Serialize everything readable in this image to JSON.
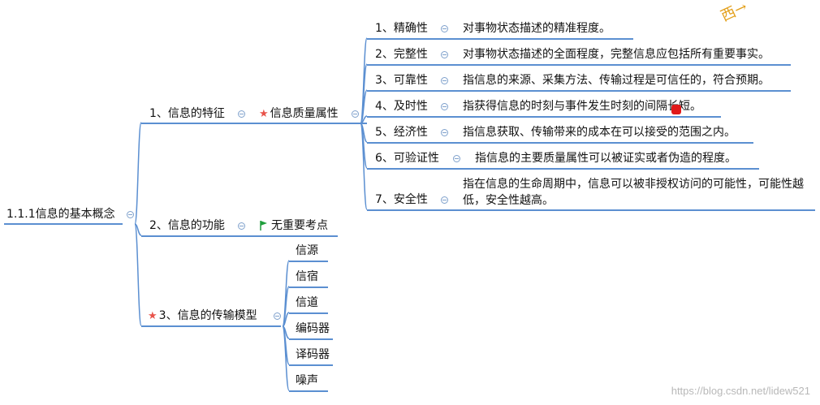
{
  "root": {
    "label": "1.1.1信息的基本概念"
  },
  "branches": {
    "features": {
      "label": "1、信息的特征",
      "quality": {
        "label": "信息质量属性",
        "items": [
          {
            "label": "1、精确性",
            "desc": "对事物状态描述的精准程度。"
          },
          {
            "label": "2、完整性",
            "desc": "对事物状态描述的全面程度，完整信息应包括所有重要事实。"
          },
          {
            "label": "3、可靠性",
            "desc": "指信息的来源、采集方法、传输过程是可信任的，符合预期。"
          },
          {
            "label": "4、及时性",
            "desc": "指获得信息的时刻与事件发生时刻的间隔长短。"
          },
          {
            "label": "5、经济性",
            "desc": "指信息获取、传输带来的成本在可以接受的范围之内。"
          },
          {
            "label": "6、可验证性",
            "desc": "指信息的主要质量属性可以被证实或者伪造的程度。"
          },
          {
            "label": "7、安全性",
            "desc": "指在信息的生命周期中，信息可以被非授权访问的可能性，可能性越低，安全性越高。"
          }
        ]
      }
    },
    "functions": {
      "label": "2、信息的功能",
      "note": "无重要考点"
    },
    "transmission": {
      "label": "3、信息的传输模型",
      "items": [
        "信源",
        "信宿",
        "信道",
        "编码器",
        "译码器",
        "噪声"
      ]
    }
  },
  "watermark": "https://blog.csdn.net/lidew521",
  "corner_scribble": "西→",
  "colors": {
    "line": "#5b8fd1",
    "star": "#e8534a",
    "flag": "#1f9e3c"
  },
  "icons": [
    "star-icon",
    "flag-icon",
    "collapse-icon"
  ]
}
